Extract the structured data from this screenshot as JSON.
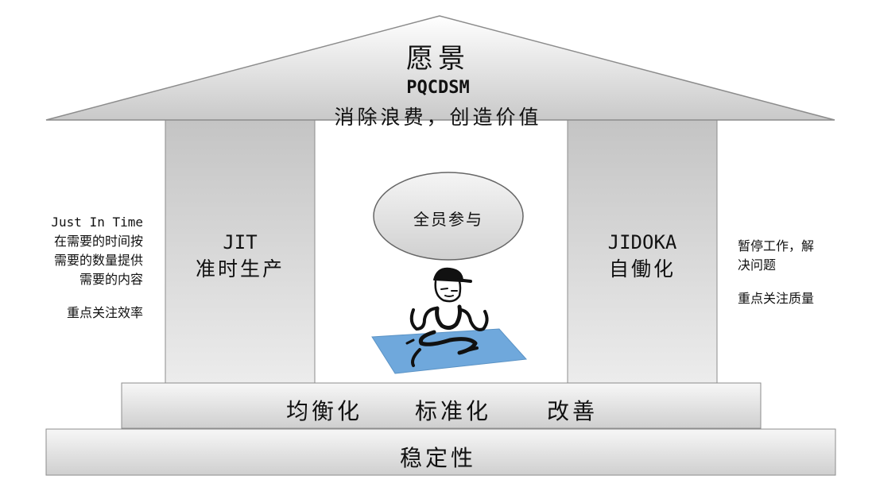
{
  "roof": {
    "title": "愿景",
    "subtitle": "PQCDSM",
    "goal": "消除浪费，创造价值"
  },
  "left_pillar": {
    "title": "JIT",
    "subtitle": "准时生产"
  },
  "right_pillar": {
    "title": "JIDOKA",
    "subtitle": "自働化"
  },
  "center": {
    "ellipse_label": "全员参与",
    "figure": "meditating-worker-icon",
    "mat_color": "#6fa8dc"
  },
  "left_note": {
    "line1": "Just In Time",
    "line2": "在需要的时间按",
    "line3": "需要的数量提供",
    "line4": "需要的内容",
    "focus": "重点关注效率"
  },
  "right_note": {
    "line1": "暂停工作，解",
    "line2": "决问题",
    "focus": "重点关注质量"
  },
  "foundation": {
    "items": [
      "均衡化",
      "标准化",
      "改善"
    ]
  },
  "base": {
    "label": "稳定性"
  }
}
